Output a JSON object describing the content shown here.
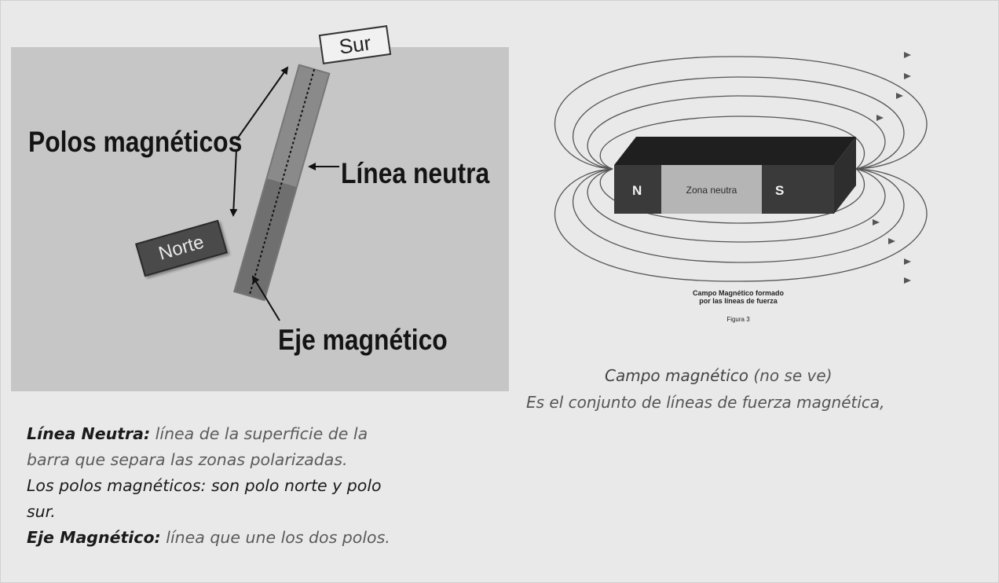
{
  "left_diagram": {
    "label_sur": "Sur",
    "label_norte": "Norte",
    "label_polos": "Polos magnéticos",
    "label_linea_neutra": "Línea neutra",
    "label_eje": "Eje magnético"
  },
  "right_diagram": {
    "label_n": "N",
    "label_s": "S",
    "label_zona": "Zona neutra",
    "caption_line1": "Campo Magnético formado",
    "caption_line2": "por las líneas de fuerza",
    "caption_fig": "Figura 3",
    "title_bold": "Campo magnético",
    "title_rest": " (no se ve)",
    "subtitle": "Es el conjunto de líneas de fuerza magnética,"
  },
  "definitions": {
    "linea_term": "Línea Neutra:",
    "linea_def_1": " línea de la superficie de la",
    "linea_def_2": "barra que separa las zonas polarizadas.",
    "polos_line_1": "Los polos magnéticos: son polo norte y polo",
    "polos_line_2": "sur.",
    "eje_term": "Eje Magnético:",
    "eje_def": " línea que une los dos polos."
  }
}
